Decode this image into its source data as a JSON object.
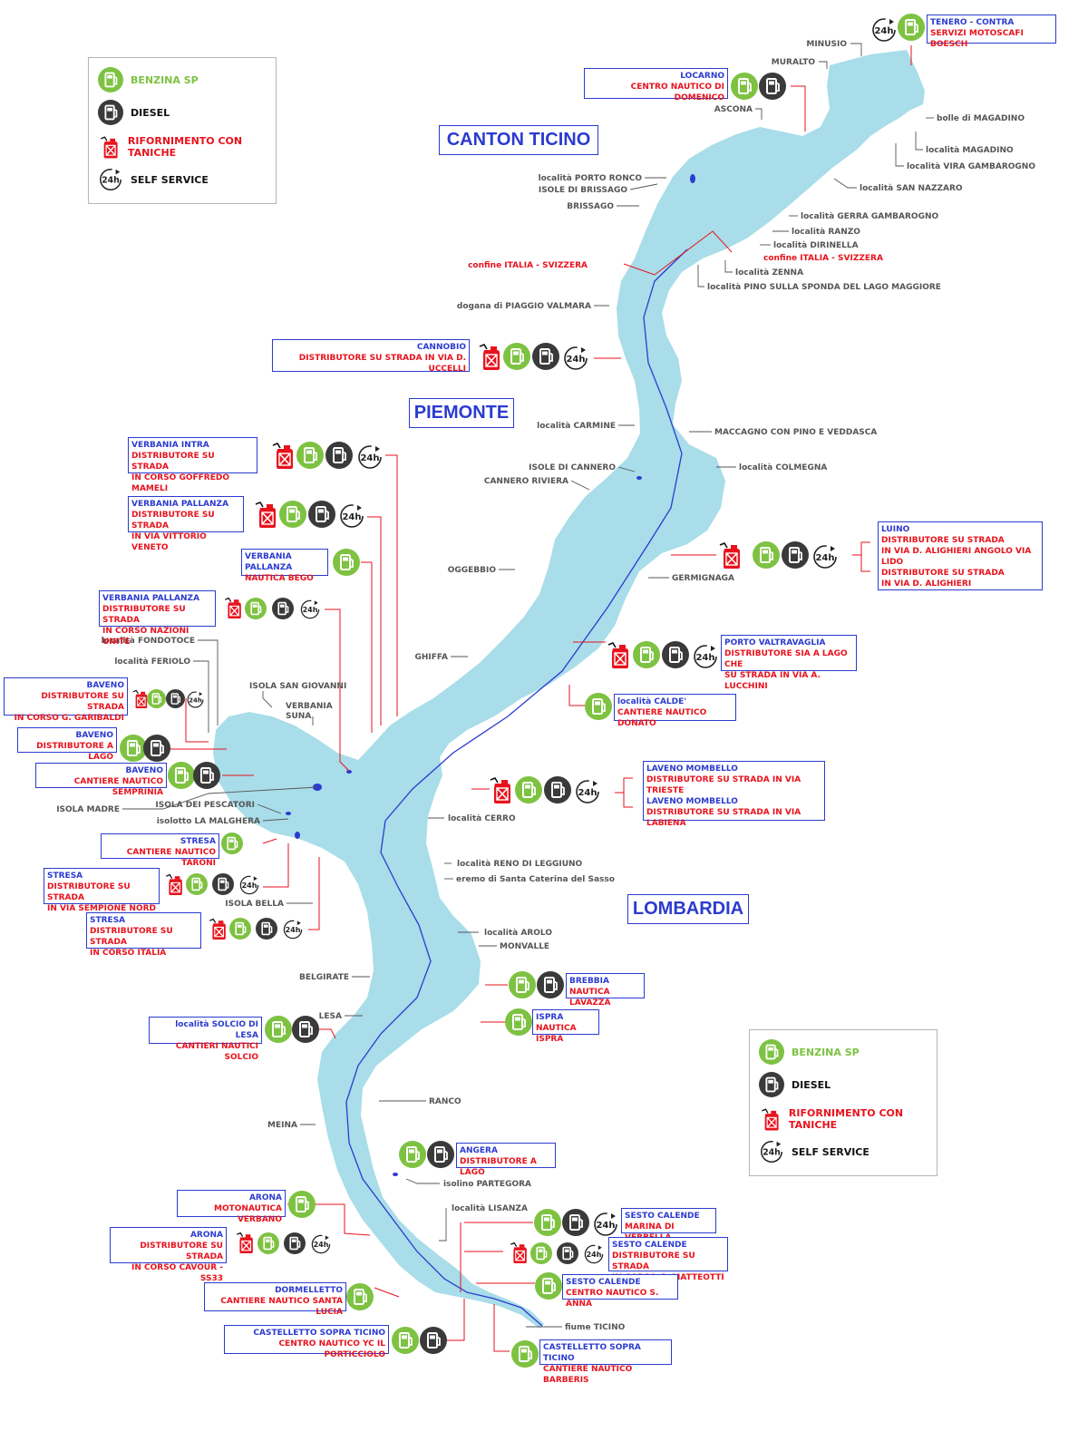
{
  "regions": {
    "ticino": "CANTON TICINO",
    "piemonte": "PIEMONTE",
    "lombardia": "LOMBARDIA"
  },
  "legend": {
    "benzina": "BENZINA SP",
    "diesel": "DIESEL",
    "taniche": "RIFORNIMENTO CON TANICHE",
    "self": "SELF SERVICE"
  },
  "colors": {
    "lake": "#a8dde9",
    "benzina": "#7ec242",
    "diesel": "#3a3a3a",
    "tanica": "#e8121c",
    "box_border": "#2b3bd0",
    "label": "#555555"
  },
  "icon_names": {
    "benzina": "green-fuel-pump-icon",
    "diesel": "dark-fuel-pump-icon",
    "tanica": "red-jerrycan-icon",
    "self": "24h-self-service-icon"
  },
  "places": {
    "minusio": "MINUSIO",
    "muralto": "MURALTO",
    "ascona": "ASCONA",
    "bolle": "bolle di MAGADINO",
    "magadino": "località MAGADINO",
    "vira": "località VIRA GAMBAROGNO",
    "nazzaro": "località SAN NAZZARO",
    "gerra": "località GERRA GAMBAROGNO",
    "ranzo": "località RANZO",
    "dirinella": "località DIRINELLA",
    "confine_e": "confine ITALIA - SVIZZERA",
    "zenna": "località ZENNA",
    "pino": "località PINO SULLA SPONDA DEL LAGO MAGGIORE",
    "ronco": "località PORTO RONCO",
    "brissago_isole": "ISOLE DI BRISSAGO",
    "brissago": "BRISSAGO",
    "confine_w": "confine ITALIA - SVIZZERA",
    "dogana": "dogana di PIAGGIO VALMARA",
    "carmine": "località CARMINE",
    "maccagno": "MACCAGNO CON PINO E VEDDASCA",
    "colmegna": "località COLMEGNA",
    "cannero_isole": "ISOLE DI CANNERO",
    "cannero": "CANNERO RIVIERA",
    "oggebbio": "OGGEBBIO",
    "germignaga": "GERMIGNAGA",
    "ghiffa": "GHIFFA",
    "fondotoce": "località FONDOTOCE",
    "feriolo": "località FERIOLO",
    "sangiovanni": "ISOLA SAN GIOVANNI",
    "verbania_suna": "VERBANIA SUNA",
    "madre": "ISOLA MADRE",
    "pescatori": "ISOLA DEI PESCATORI",
    "malghera": "isolotto LA MALGHERA",
    "cerro": "località CERRO",
    "reno": "località RENO DI LEGGIUNO",
    "caterina": "eremo di Santa Caterina del Sasso",
    "bella": "ISOLA BELLA",
    "arolo": "località AROLO",
    "monvalle": "MONVALLE",
    "belgirate": "BELGIRATE",
    "lesa": "LESA",
    "ranco": "RANCO",
    "meina": "MEINA",
    "partegora": "isolino PARTEGORA",
    "lisanza": "località LISANZA",
    "ticino": "fiume TICINO"
  },
  "stations": [
    {
      "id": "tenero",
      "title": "TENERO - CONTRA",
      "sub": "SERVIZI MOTOSCAFI BOESCH"
    },
    {
      "id": "locarno",
      "title": "LOCARNO",
      "sub": "CENTRO NAUTICO DI DOMENICO"
    },
    {
      "id": "cannobio",
      "title": "CANNOBIO",
      "sub": "DISTRIBUTORE SU STRADA IN VIA D. UCCELLI"
    },
    {
      "id": "intra",
      "title": "VERBANIA INTRA",
      "sub": "DISTRIBUTORE SU STRADA\nIN CORSO GOFFREDO MAMELI"
    },
    {
      "id": "pallanza1",
      "title": "VERBANIA PALLANZA",
      "sub": "DISTRIBUTORE SU STRADA\nIN VIA VITTORIO VENETO"
    },
    {
      "id": "pallanza2",
      "title": "VERBANIA PALLANZA",
      "sub": "NAUTICA BEGO"
    },
    {
      "id": "pallanza3",
      "title": "VERBANIA PALLANZA",
      "sub": "DISTRIBUTORE SU STRADA\nIN CORSO NAZIONI UNITE"
    },
    {
      "id": "baveno1",
      "title": "BAVENO",
      "sub": "DISTRIBUTORE SU STRADA\nIN CORSO G. GARIBALDI"
    },
    {
      "id": "baveno2",
      "title": "BAVENO",
      "sub": "DISTRIBUTORE A LAGO"
    },
    {
      "id": "baveno3",
      "title": "BAVENO",
      "sub": "CANTIERE NAUTICO SEMPRINIA"
    },
    {
      "id": "stresa1",
      "title": "STRESA",
      "sub": "CANTIERE NAUTICO TARONI"
    },
    {
      "id": "stresa2",
      "title": "STRESA",
      "sub": "DISTRIBUTORE SU STRADA\nIN VIA SEMPIONE NORD"
    },
    {
      "id": "stresa3",
      "title": "STRESA",
      "sub": "DISTRIBUTORE SU STRADA\nIN CORSO ITALIA"
    },
    {
      "id": "solcio",
      "title": "località SOLCIO DI LESA",
      "sub": "CANTIERI NAUTICI SOLCIO"
    },
    {
      "id": "arona1",
      "title": "ARONA",
      "sub": "MOTONAUTICA VERBANO"
    },
    {
      "id": "arona2",
      "title": "ARONA",
      "sub": "DISTRIBUTORE SU STRADA\nIN CORSO CAVOUR - SS33"
    },
    {
      "id": "dormelletto",
      "title": "DORMELLETTO",
      "sub": "CANTIERE NAUTICO SANTA LUCIA"
    },
    {
      "id": "castelletto1",
      "title": "CASTELLETTO SOPRA TICINO",
      "sub": "CENTRO NAUTICO YC IL PORTICCIOLO"
    },
    {
      "id": "luino",
      "title": "LUINO",
      "sub": "DISTRIBUTORE SU STRADA\nIN VIA D. ALIGHIERI ANGOLO VIA LIDO",
      "sub2": "DISTRIBUTORE SU STRADA\nIN VIA D. ALIGHIERI"
    },
    {
      "id": "valtravaglia",
      "title": "PORTO VALTRAVAGLIA",
      "sub": "DISTRIBUTORE SIA A LAGO CHE\nSU STRADA IN VIA A. LUCCHINI"
    },
    {
      "id": "calde",
      "title": "località CALDE'",
      "sub": "CANTIERE NAUTICO DONATO"
    },
    {
      "id": "laveno",
      "title": "LAVENO MOMBELLO",
      "sub": "DISTRIBUTORE SU STRADA IN VIA TRIESTE",
      "title2": "LAVENO MOMBELLO",
      "sub2": "DISTRIBUTORE SU STRADA IN VIA LABIENA"
    },
    {
      "id": "brebbia",
      "title": "BREBBIA",
      "sub": "NAUTICA LAVAZZA"
    },
    {
      "id": "ispra",
      "title": "ISPRA",
      "sub": "NAUTICA ISPRA"
    },
    {
      "id": "angera",
      "title": "ANGERA",
      "sub": "DISTRIBUTORE A LAGO"
    },
    {
      "id": "sesto1",
      "title": "SESTO CALENDE",
      "sub": "MARINA DI VERBELLA"
    },
    {
      "id": "sesto2",
      "title": "SESTO CALENDE",
      "sub": "DISTRIBUTORE SU STRADA\nIN CORSO G. MATTEOTTI"
    },
    {
      "id": "sesto3",
      "title": "SESTO CALENDE",
      "sub": "CENTRO NAUTICO S. ANNA"
    },
    {
      "id": "castelletto2",
      "title": "CASTELLETTO SOPRA TICINO",
      "sub": "CANTIERE NAUTICO BARBERIS"
    }
  ]
}
